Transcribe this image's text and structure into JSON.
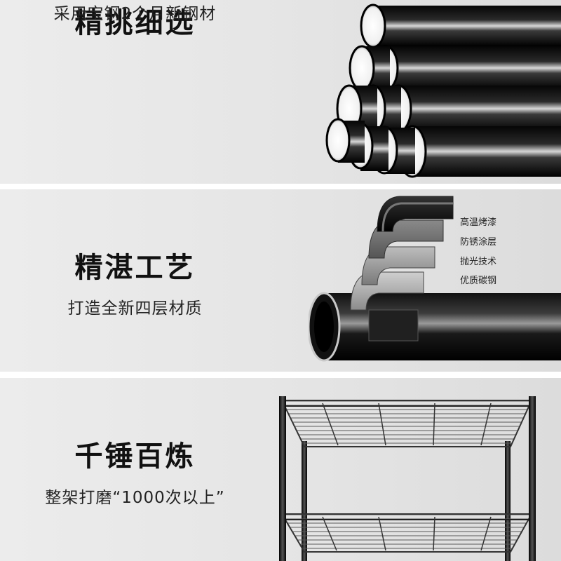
{
  "sections": [
    {
      "title": "精挑细选",
      "subtitle": "采用宝钢2个月新钢材"
    },
    {
      "title": "精湛工艺",
      "subtitle": "打造全新四层材质",
      "layers": [
        "高温烤漆",
        "防锈涂层",
        "抛光技术",
        "优质碳钢"
      ]
    },
    {
      "title": "千锤百炼",
      "subtitle": "整架打磨“1000次以上”"
    }
  ]
}
